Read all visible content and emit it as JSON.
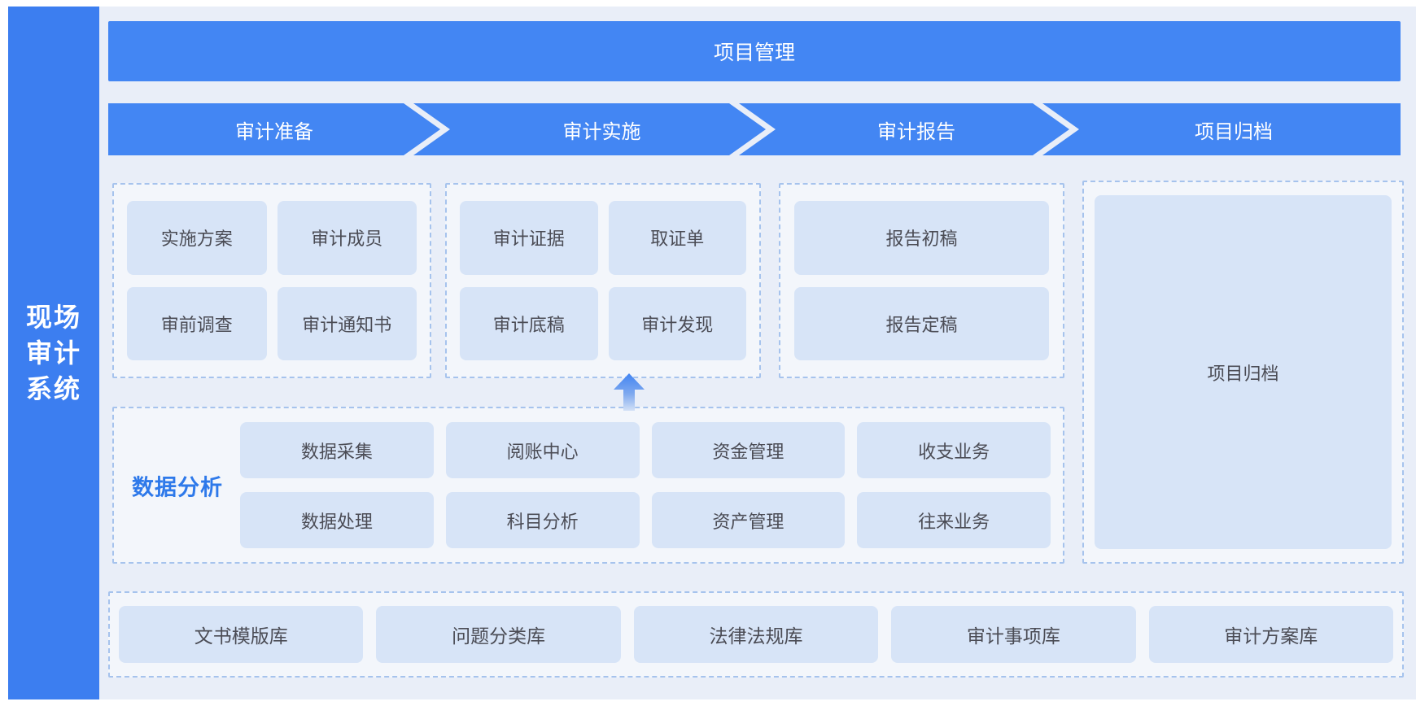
{
  "app": {
    "title": "现场审计系统",
    "title_lines": [
      "现场",
      "审计",
      "系统"
    ]
  },
  "banner": {
    "title": "项目管理"
  },
  "stages": [
    {
      "label": "审计准备"
    },
    {
      "label": "审计实施"
    },
    {
      "label": "审计报告"
    },
    {
      "label": "项目归档"
    }
  ],
  "prepare": {
    "items": [
      "实施方案",
      "审计成员",
      "审前调查",
      "审计通知书"
    ]
  },
  "implement": {
    "items": [
      "审计证据",
      "取证单",
      "审计底稿",
      "审计发现"
    ]
  },
  "report": {
    "items": [
      "报告初稿",
      "报告定稿"
    ]
  },
  "archive": {
    "label": "项目归档"
  },
  "data_analysis": {
    "label": "数据分析",
    "items": [
      "数据采集",
      "阅账中心",
      "资金管理",
      "收支业务",
      "数据处理",
      "科目分析",
      "资产管理",
      "往来业务"
    ]
  },
  "libraries": {
    "items": [
      "文书模版库",
      "问题分类库",
      "法律法规库",
      "审计事项库",
      "审计方案库"
    ]
  },
  "icons": {
    "flow_arrow": "arrow-up"
  },
  "colors": {
    "primary_blue": "#4386F3",
    "sidebar_blue": "#3C7EF0",
    "module_fill": "#D7E4F7",
    "dashed_border": "#A6C3ED",
    "background": "#E9EEF8",
    "label_blue": "#2E79EA",
    "text": "#4B4C55"
  }
}
